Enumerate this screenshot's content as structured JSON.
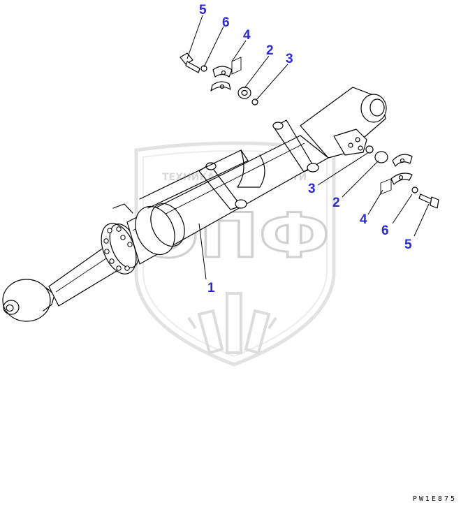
{
  "watermark": {
    "caption_left": "ТЕХНИКА",
    "caption_right": "ЗАПЧАСТИ",
    "letters": "ЭПФ"
  },
  "callouts": {
    "c1": "1",
    "c2a": "2",
    "c3a": "3",
    "c4a": "4",
    "c5a": "5",
    "c6a": "6",
    "c2b": "2",
    "c3b": "3",
    "c4b": "4",
    "c5b": "5",
    "c6b": "6"
  },
  "drawing_code": "PW1E875"
}
